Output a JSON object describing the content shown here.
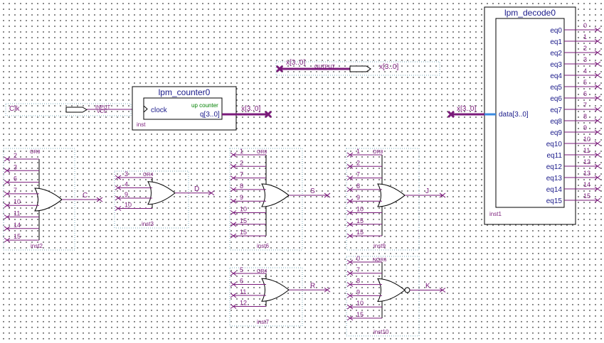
{
  "colors": {
    "wire": "#7a1a7a",
    "label": "#1a1a8a",
    "bus_highlight": "#3a8ae0",
    "grid_dot": "#6a6a6a"
  },
  "input_pin": {
    "name": "Clk",
    "type_label": "INPUT",
    "vcc_label": "VCC"
  },
  "output_pin": {
    "bus": "x[3..0]",
    "type_label": "OUTPUT",
    "name": "x[3..0]"
  },
  "counter": {
    "title": "lpm_counter0",
    "port_clock": "clock",
    "port_q": "q[3..0]",
    "note": "up counter",
    "inst": "inst",
    "bus": "x[3..0]"
  },
  "decoder": {
    "title": "lpm_decode0",
    "port_data": "data[3..0]",
    "inst": "inst1",
    "bus": "x[3..0]",
    "outputs": [
      "eq0",
      "eq1",
      "eq2",
      "eq3",
      "eq4",
      "eq5",
      "eq6",
      "eq7",
      "eq8",
      "eq9",
      "eq10",
      "eq11",
      "eq12",
      "eq13",
      "eq14",
      "eq15"
    ],
    "output_nets": [
      "0",
      "1",
      "2",
      "3",
      "4",
      "5",
      "6",
      "7",
      "8",
      "9",
      "10",
      "11",
      "12",
      "13",
      "14",
      "15"
    ]
  },
  "gates": [
    {
      "type": "OR8",
      "inst": "inst2",
      "inputs": [
        "2",
        "3",
        "6",
        "7",
        "10",
        "11",
        "14",
        "15"
      ],
      "output": "C"
    },
    {
      "type": "OR4",
      "inst": "inst3",
      "inputs": [
        "3",
        "4",
        "9",
        "10"
      ],
      "output": "D"
    },
    {
      "type": "OR8",
      "inst": "inst6",
      "inputs": [
        "1",
        "2",
        "7",
        "8",
        "9",
        "10",
        "15",
        "15"
      ],
      "output": "S"
    },
    {
      "type": "OR8",
      "inst": "inst9",
      "inputs": [
        "1",
        "2",
        "7",
        "8",
        "9",
        "10",
        "15",
        "15"
      ],
      "output": "J"
    },
    {
      "type": "OR4",
      "inst": "inst7",
      "inputs": [
        "5",
        "6",
        "11",
        "12"
      ],
      "output": "R"
    },
    {
      "type": "NOR6",
      "inst": "inst10",
      "inputs": [
        "0",
        "7",
        "8",
        "9",
        "10",
        "15"
      ],
      "output": "K"
    }
  ]
}
